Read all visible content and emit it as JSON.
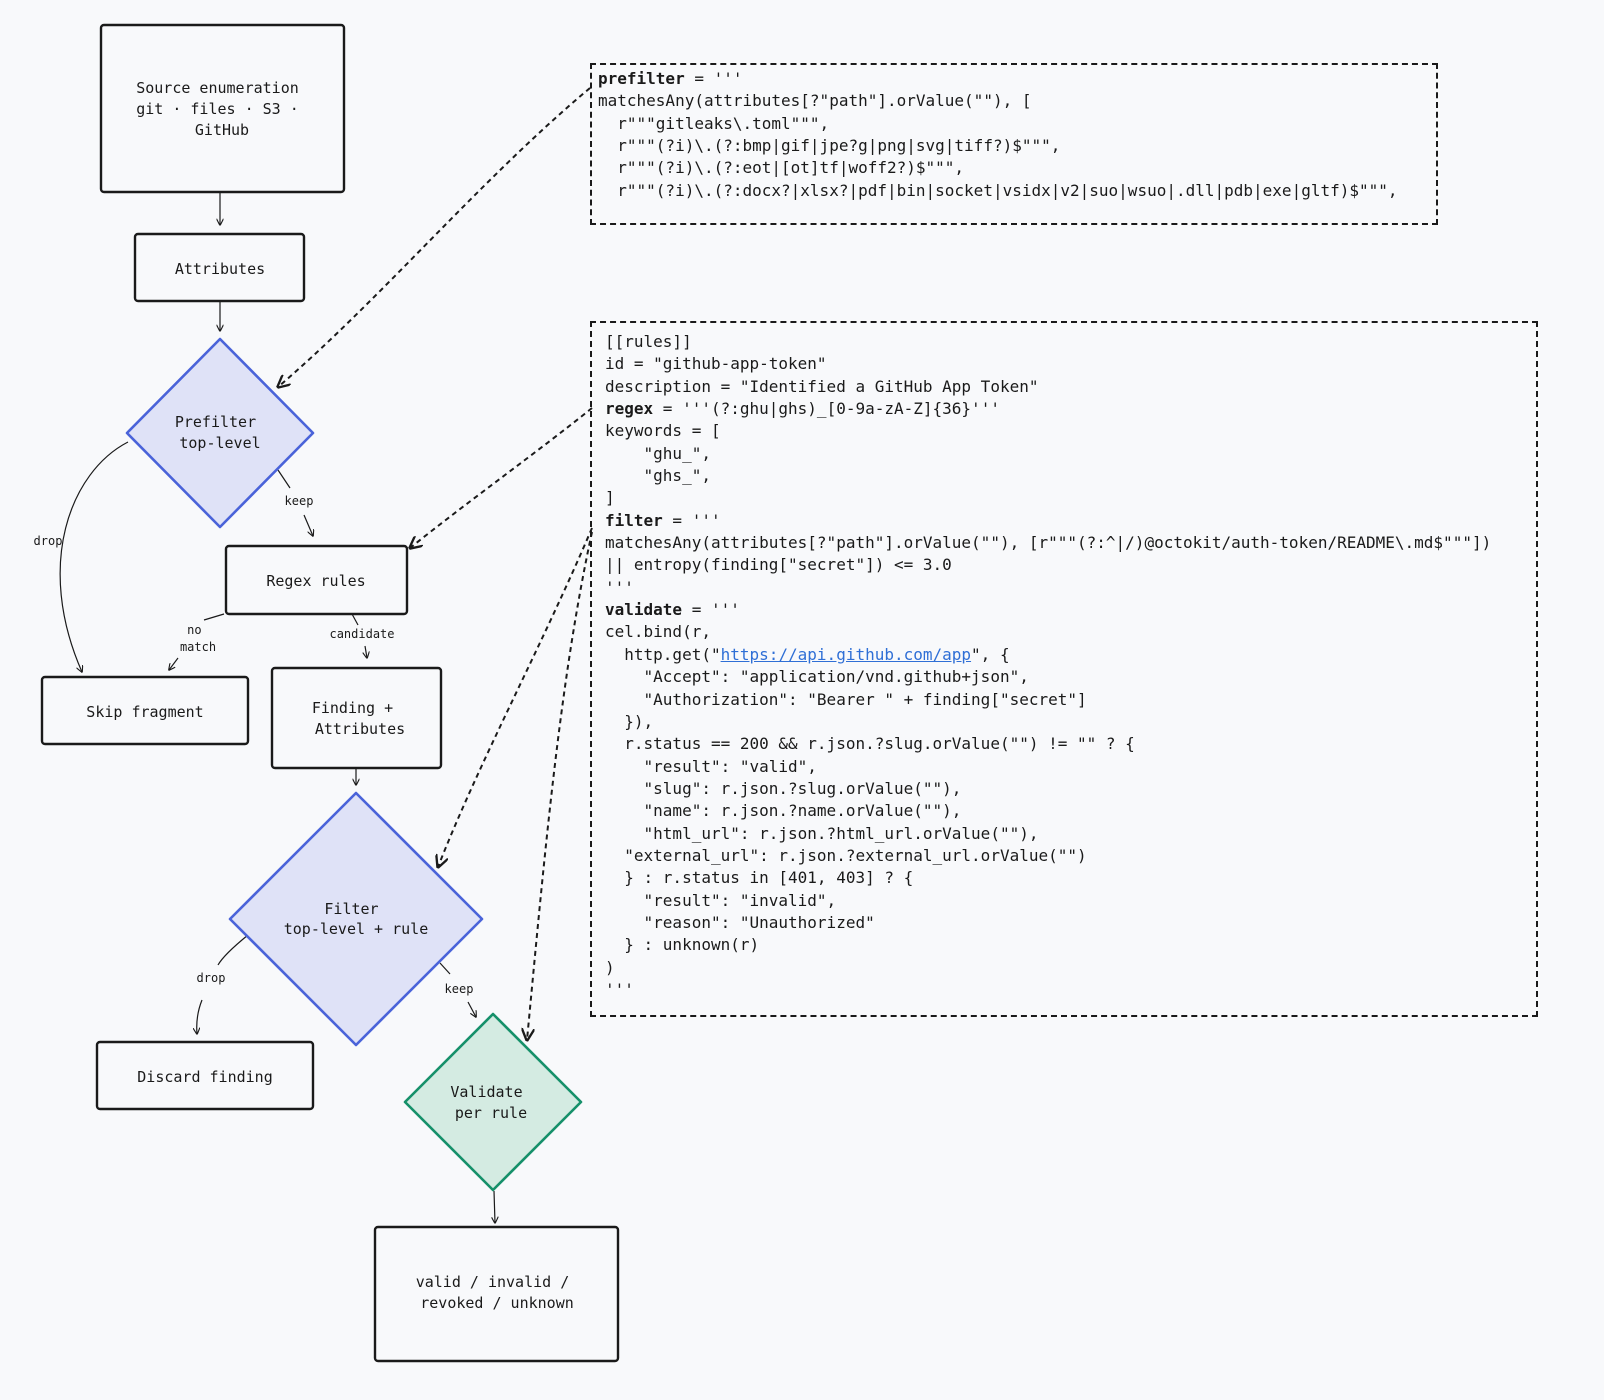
{
  "nodes": {
    "source": [
      "Source enumeration",
      "git · files · S3 ·",
      "GitHub"
    ],
    "attributes": [
      "Attributes"
    ],
    "prefilter": [
      "Prefilter",
      "top-level"
    ],
    "regex_rules": [
      "Regex rules"
    ],
    "skip_fragment": [
      "Skip fragment"
    ],
    "finding_attributes": [
      "Finding +",
      "Attributes"
    ],
    "filter": [
      "Filter",
      "top-level + rule"
    ],
    "discard_finding": [
      "Discard finding"
    ],
    "validate": [
      "Validate",
      "per rule"
    ],
    "result": [
      "valid / invalid /",
      "revoked / unknown"
    ]
  },
  "edge_labels": {
    "prefilter_drop": "drop",
    "prefilter_keep": "keep",
    "regex_no_match": [
      "no",
      "match"
    ],
    "regex_candidate": "candidate",
    "filter_drop": "drop",
    "filter_keep": "keep"
  },
  "colors": {
    "diamond_blue_fill": "#dfe2f7",
    "diamond_blue_stroke": "#4a63d9",
    "diamond_green_fill": "#d4ebe2",
    "diamond_green_stroke": "#16906a",
    "link": "#2f6fd6"
  },
  "code_prefilter": {
    "lines": [
      {
        "key": "prefilter",
        "rest": " = '''"
      },
      {
        "text": "matchesAny(attributes[?\"path\"].orValue(\"\"), ["
      },
      {
        "text": "  r\"\"\"gitleaks\\.toml\"\"\","
      },
      {
        "text": "  r\"\"\"(?i)\\.(?:bmp|gif|jpe?g|png|svg|tiff?)$\"\"\","
      },
      {
        "text": "  r\"\"\"(?i)\\.(?:eot|[ot]tf|woff2?)$\"\"\","
      },
      {
        "text": "  r\"\"\"(?i)\\.(?:docx?|xlsx?|pdf|bin|socket|vsidx|v2|suo|wsuo|.dll|pdb|exe|gltf)$\"\"\","
      }
    ]
  },
  "code_rule": {
    "lines": [
      {
        "text": "[[rules]]"
      },
      {
        "text": "id = \"github-app-token\""
      },
      {
        "text": "description = \"Identified a GitHub App Token\""
      },
      {
        "key": "regex",
        "rest": " = '''(?:ghu|ghs)_[0-9a-zA-Z]{36}'''"
      },
      {
        "text": "keywords = ["
      },
      {
        "text": "    \"ghu_\","
      },
      {
        "text": "    \"ghs_\","
      },
      {
        "text": "]"
      },
      {
        "key": "filter",
        "rest": " = '''"
      },
      {
        "text": "matchesAny(attributes[?\"path\"].orValue(\"\"), [r\"\"\"(?:^|/)@octokit/auth-token/README\\.md$\"\"\"])"
      },
      {
        "text": "|| entropy(finding[\"secret\"]) <= 3.0"
      },
      {
        "text": "'''"
      },
      {
        "key": "validate",
        "rest": " = '''"
      },
      {
        "text": "cel.bind(r,"
      },
      {
        "pre": "  http.get(\"",
        "link": "https://api.github.com/app",
        "post": "\", {"
      },
      {
        "text": "    \"Accept\": \"application/vnd.github+json\","
      },
      {
        "text": "    \"Authorization\": \"Bearer \" + finding[\"secret\"]"
      },
      {
        "text": "  }),"
      },
      {
        "text": "  r.status == 200 && r.json.?slug.orValue(\"\") != \"\" ? {"
      },
      {
        "text": "    \"result\": \"valid\","
      },
      {
        "text": "    \"slug\": r.json.?slug.orValue(\"\"),"
      },
      {
        "text": "    \"name\": r.json.?name.orValue(\"\"),"
      },
      {
        "text": "    \"html_url\": r.json.?html_url.orValue(\"\"),"
      },
      {
        "text": "  \"external_url\": r.json.?external_url.orValue(\"\")"
      },
      {
        "text": "  } : r.status in [401, 403] ? {"
      },
      {
        "text": "    \"result\": \"invalid\","
      },
      {
        "text": "    \"reason\": \"Unauthorized\""
      },
      {
        "text": "  } : unknown(r)"
      },
      {
        "text": ")"
      },
      {
        "text": "'''"
      }
    ]
  }
}
